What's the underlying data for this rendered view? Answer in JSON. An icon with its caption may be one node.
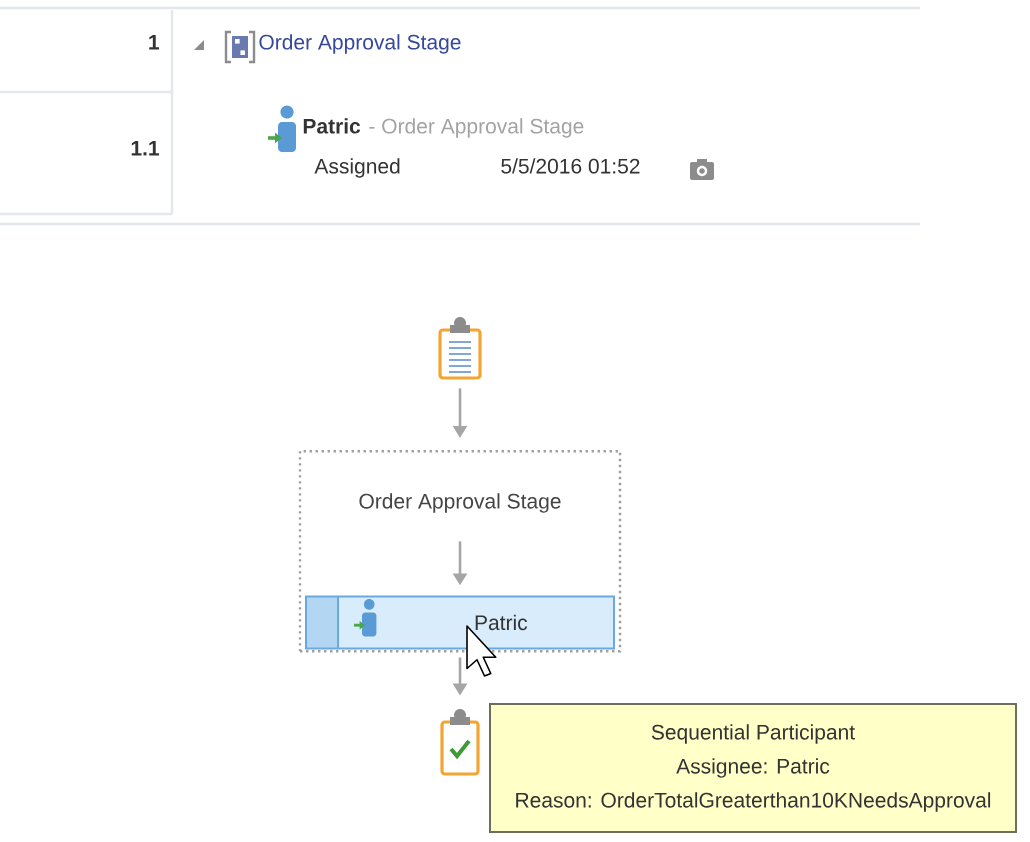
{
  "diagram": {
    "nodes": [
      {
        "text": [],
        "shape": "picture"
      },
      {
        "text": [
          "Order Approval Stage"
        ]
      },
      {
        "text": [
          "Patric"
        ],
        "in": 1
      },
      {
        "text": [],
        "shape": "picture"
      },
      {
        "text": [
          "Sequential Participant",
          "Assignee: Patric",
          "Reason: OrderTotalGreaterthan10KNeedsApproval"
        ]
      }
    ],
    "edges": [
      {
        "from": 0,
        "to": 1,
        "arrow": "to"
      },
      {
        "from": null,
        "to": 2,
        "arrow": "to"
      },
      {
        "from": 2,
        "to": 3,
        "arrow": "to"
      }
    ],
    "labels": [
      "1",
      "Order Approval Stage",
      "1.1",
      "Patric",
      "- Order Approval Stage",
      "Assigned",
      "5/5/2016 01:52"
    ]
  }
}
